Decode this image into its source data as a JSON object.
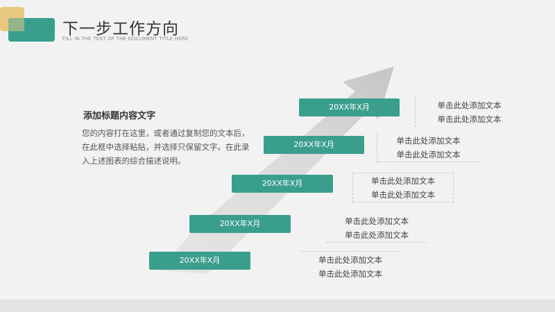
{
  "header": {
    "title": "下一步工作方向",
    "subtitle": "FILL IN THE TEXT OF THE DOCUMENT TITLE HERE"
  },
  "content": {
    "heading": "添加标题内容文字",
    "body": "您的内容打在这里，或者通过复制您的文本后，在此框中选择粘贴，并选择只保留文字。在此录入上述图表的综合描述说明。"
  },
  "timeline": [
    {
      "date": "20XX年X月",
      "lines": [
        "单击此处添加文本",
        "单击此处添加文本"
      ]
    },
    {
      "date": "20XX年X月",
      "lines": [
        "单击此处添加文本",
        "单击此处添加文本"
      ]
    },
    {
      "date": "20XX年X月",
      "lines": [
        "单击此处添加文本",
        "单击此处添加文本"
      ]
    },
    {
      "date": "20XX年X月",
      "lines": [
        "单击此处添加文本",
        "单击此处添加文本"
      ]
    },
    {
      "date": "20XX年X月",
      "lines": [
        "单击此处添加文本",
        "单击此处添加文本"
      ]
    }
  ],
  "colors": {
    "accent": "#3a9e8d",
    "gold": "#e9c982",
    "background": "#f2f2f2"
  }
}
